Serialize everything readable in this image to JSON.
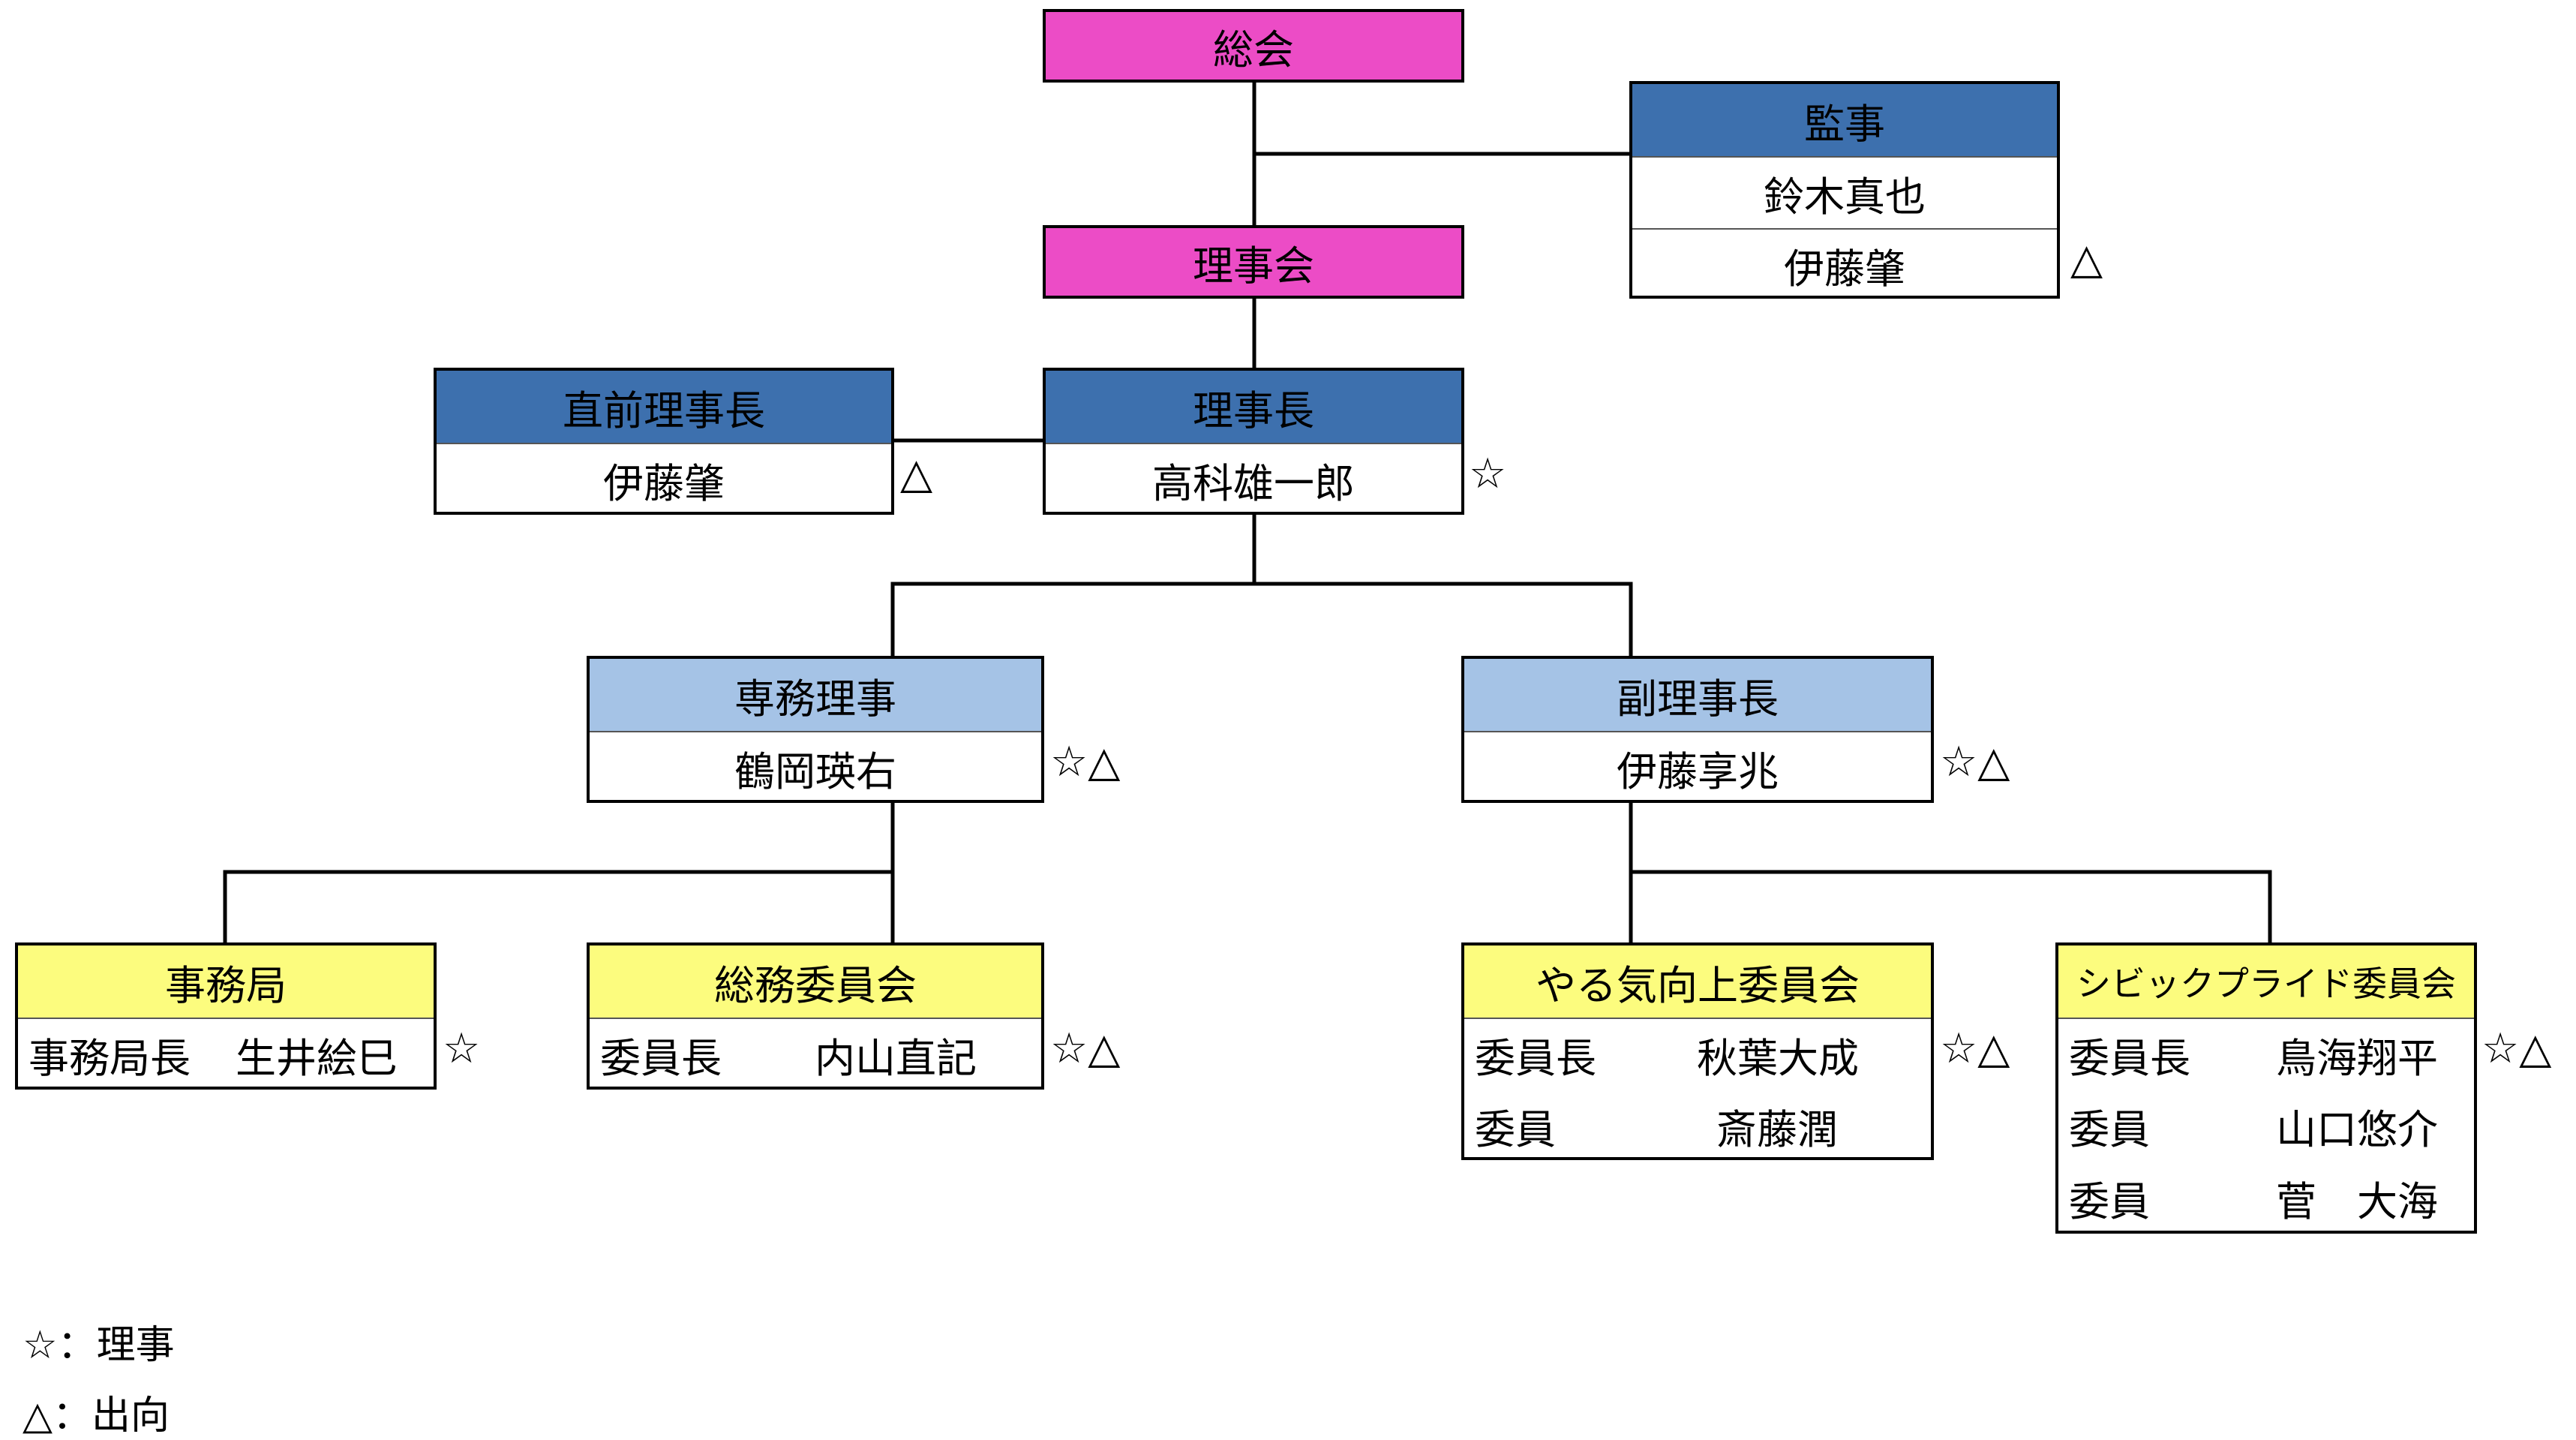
{
  "nodes": {
    "soukai": {
      "title": "総会",
      "color": "#ec4cc6"
    },
    "kanji": {
      "title": "監事",
      "members": [
        "鈴木真也",
        "伊藤肇"
      ],
      "color": "#3d70ae"
    },
    "rijikai": {
      "title": "理事会",
      "color": "#ec4cc6"
    },
    "chokuzen": {
      "title": "直前理事長",
      "member": "伊藤肇",
      "color": "#3d70ae"
    },
    "rijicho": {
      "title": "理事長",
      "member": "高科雄一郎",
      "color": "#3d70ae"
    },
    "senmu": {
      "title": "専務理事",
      "member": "鶴岡瑛右",
      "color": "#a5c3e6"
    },
    "fukurijicho": {
      "title": "副理事長",
      "member": "伊藤享兆",
      "color": "#a5c3e6"
    },
    "jimukyoku": {
      "title": "事務局",
      "member_role": "事務局長",
      "member_name": "生井絵巳",
      "color": "#fcfc7e"
    },
    "soumu": {
      "title": "総務委員会",
      "member_role": "委員長",
      "member_name": "内山直記",
      "color": "#fcfc7e"
    },
    "yaruki": {
      "title": "やる気向上委員会",
      "members": [
        {
          "role": "委員長",
          "name": "秋葉大成"
        },
        {
          "role": "委員",
          "name": "斎藤潤"
        }
      ],
      "color": "#fcfc7e"
    },
    "civic": {
      "title": "シビックプライド委員会",
      "members": [
        {
          "role": "委員長",
          "name": "鳥海翔平"
        },
        {
          "role": "委員",
          "name": "山口悠介"
        },
        {
          "role": "委員",
          "name": "菅　大海"
        }
      ],
      "color": "#fcfc7e"
    }
  },
  "marks": {
    "kanji_ito": "△",
    "chokuzen": "△",
    "rijicho": "☆",
    "senmu": "☆△",
    "fukurijicho": "☆△",
    "jimukyoku": "☆",
    "soumu": "☆△",
    "yaruki": "☆△",
    "civic": "☆△"
  },
  "legend": {
    "star": "☆：理事",
    "triangle": "△：出向"
  }
}
